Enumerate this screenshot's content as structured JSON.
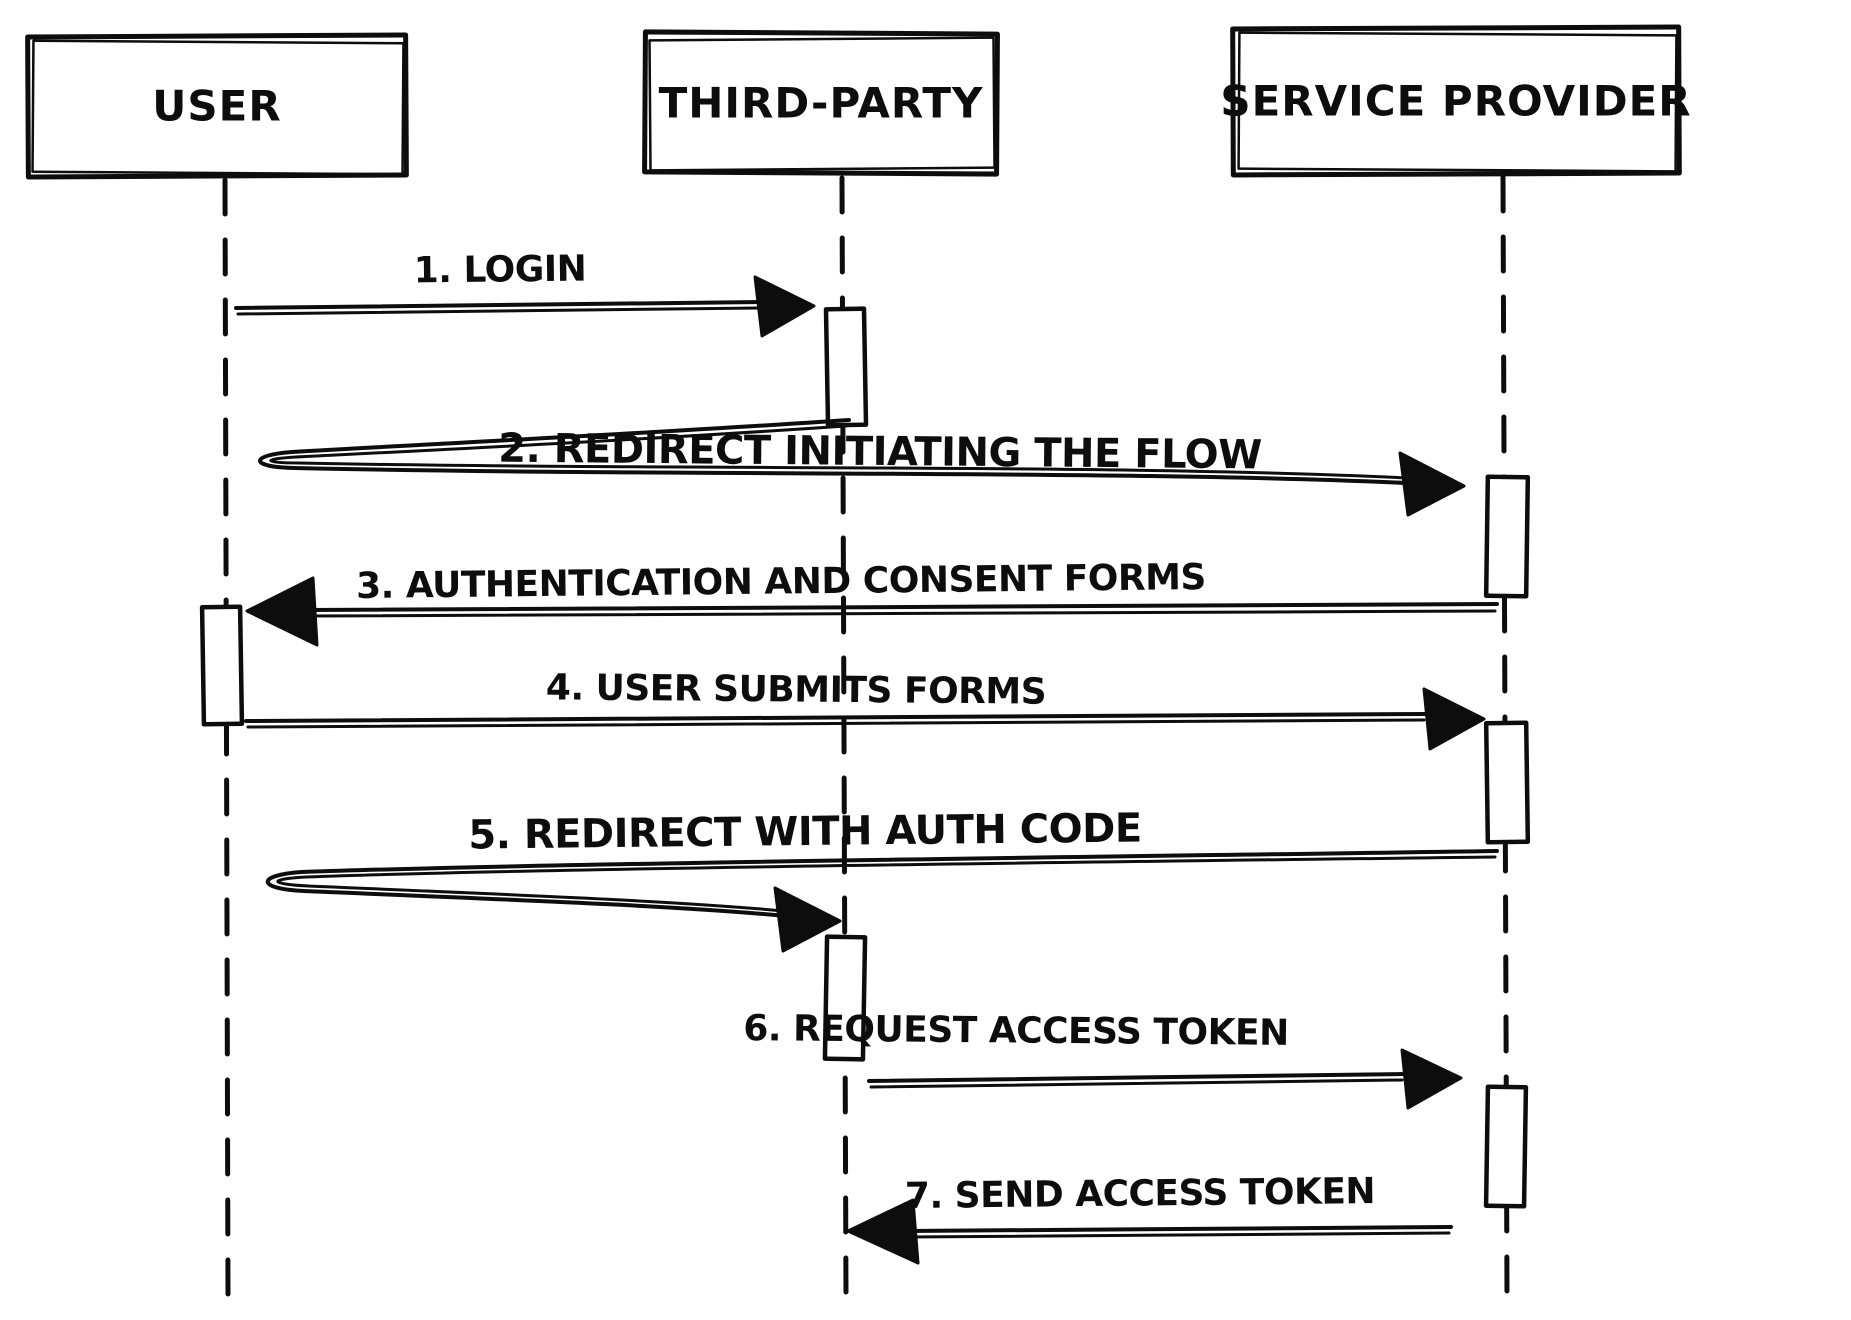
{
  "diagram": {
    "kind": "sequence-diagram",
    "style": "hand-drawn",
    "ink_color": "#0d0d0d",
    "background_color": "#ffffff"
  },
  "actors": [
    {
      "id": "user",
      "name": "USER"
    },
    {
      "id": "third-party",
      "name": "THIRD-PARTY"
    },
    {
      "id": "service-provider",
      "name": "SERVICE PROVIDER"
    }
  ],
  "messages": [
    {
      "num": "1",
      "label": "1. LOGIN",
      "from": "user",
      "to": "third-party",
      "shape": "straight"
    },
    {
      "num": "2",
      "label": "2. REDIRECT INITIATING THE FLOW",
      "from": "third-party",
      "to": "service-provider",
      "via": "user",
      "shape": "hairpin-redirect"
    },
    {
      "num": "3",
      "label": "3. AUTHENTICATION AND CONSENT FORMS",
      "from": "service-provider",
      "to": "user",
      "shape": "straight"
    },
    {
      "num": "4",
      "label": "4. USER SUBMITS FORMS",
      "from": "user",
      "to": "service-provider",
      "shape": "straight"
    },
    {
      "num": "5",
      "label": "5. REDIRECT WITH AUTH CODE",
      "from": "service-provider",
      "to": "third-party",
      "via": "user",
      "shape": "hairpin-redirect"
    },
    {
      "num": "6",
      "label": "6. REQUEST ACCESS TOKEN",
      "from": "third-party",
      "to": "service-provider",
      "shape": "straight"
    },
    {
      "num": "7",
      "label": "7. SEND ACCESS TOKEN",
      "from": "service-provider",
      "to": "third-party",
      "shape": "straight"
    }
  ]
}
